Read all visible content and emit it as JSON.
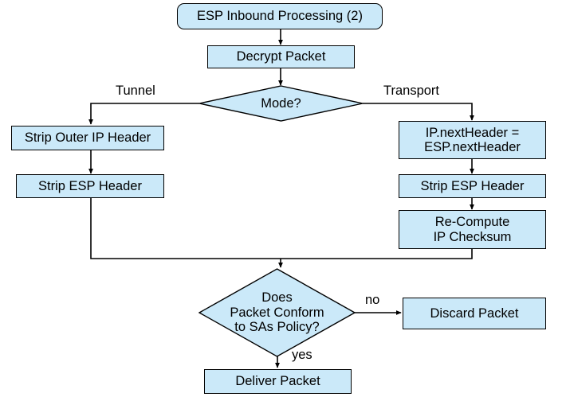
{
  "diagram": {
    "title": "ESP Inbound Processing (2)",
    "type": "flowchart",
    "colors": {
      "node_fill": "#cbe9f9",
      "node_border": "#000000",
      "line": "#000000",
      "text": "#000000",
      "background": "#ffffff"
    },
    "nodes": [
      {
        "id": "start",
        "label": "ESP Inbound Processing (2)",
        "shape": "terminal"
      },
      {
        "id": "decrypt",
        "label": "Decrypt Packet",
        "shape": "process"
      },
      {
        "id": "mode",
        "label": "Mode?",
        "shape": "decision"
      },
      {
        "id": "strip_outer",
        "label": "Strip Outer IP Header",
        "shape": "process"
      },
      {
        "id": "strip_esp_l",
        "label": "Strip ESP Header",
        "shape": "process"
      },
      {
        "id": "next_header",
        "label": "IP.nextHeader =\nESP.nextHeader",
        "shape": "process"
      },
      {
        "id": "strip_esp_r",
        "label": "Strip ESP Header",
        "shape": "process"
      },
      {
        "id": "recompute",
        "label": "Re-Compute\nIP Checksum",
        "shape": "process"
      },
      {
        "id": "conform",
        "label": "Does\nPacket Conform\nto SAs Policy?",
        "shape": "decision"
      },
      {
        "id": "discard",
        "label": "Discard Packet",
        "shape": "process"
      },
      {
        "id": "deliver",
        "label": "Deliver Packet",
        "shape": "process"
      }
    ],
    "edge_labels": {
      "tunnel": "Tunnel",
      "transport": "Transport",
      "no": "no",
      "yes": "yes"
    }
  }
}
